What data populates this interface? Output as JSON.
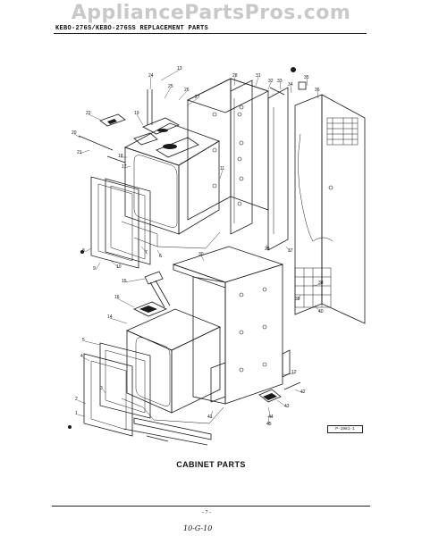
{
  "watermark": "AppliancePartsPros.com",
  "header": "KEBO-276S/KEBO-276SS REPLACEMENT PARTS",
  "ref_code": "P-1981-1",
  "title": "CABINET PARTS",
  "page_number": "- 7 -",
  "handwritten_note": "10-G-10",
  "callouts": [
    {
      "id": "c1",
      "label": "22"
    },
    {
      "id": "c2",
      "label": "13"
    },
    {
      "id": "c3",
      "label": "24"
    },
    {
      "id": "c4",
      "label": "25"
    },
    {
      "id": "c5",
      "label": "26"
    },
    {
      "id": "c6",
      "label": "27"
    },
    {
      "id": "c7",
      "label": "28"
    },
    {
      "id": "c8",
      "label": "31"
    },
    {
      "id": "c9",
      "label": "32"
    },
    {
      "id": "c10",
      "label": "33"
    },
    {
      "id": "c11",
      "label": "34"
    },
    {
      "id": "c12",
      "label": "35"
    },
    {
      "id": "c13",
      "label": "36"
    },
    {
      "id": "c14",
      "label": "20"
    },
    {
      "id": "c15",
      "label": "21"
    },
    {
      "id": "c16",
      "label": "18"
    },
    {
      "id": "c17",
      "label": "19"
    },
    {
      "id": "c18",
      "label": "17"
    },
    {
      "id": "c19",
      "label": "11"
    },
    {
      "id": "c20",
      "label": "8"
    },
    {
      "id": "c21",
      "label": "9"
    },
    {
      "id": "c22",
      "label": "10"
    },
    {
      "id": "c23",
      "label": "7"
    },
    {
      "id": "c24",
      "label": "6"
    },
    {
      "id": "c25",
      "label": "30"
    },
    {
      "id": "c26",
      "label": "29"
    },
    {
      "id": "c27",
      "label": "37"
    },
    {
      "id": "c28",
      "label": "38"
    },
    {
      "id": "c29",
      "label": "39"
    },
    {
      "id": "c30",
      "label": "40"
    },
    {
      "id": "c31",
      "label": "15"
    },
    {
      "id": "c32",
      "label": "16"
    },
    {
      "id": "c33",
      "label": "14"
    },
    {
      "id": "c34",
      "label": "12"
    },
    {
      "id": "c35",
      "label": "5"
    },
    {
      "id": "c36",
      "label": "4"
    },
    {
      "id": "c37",
      "label": "3"
    },
    {
      "id": "c38",
      "label": "2"
    },
    {
      "id": "c39",
      "label": "1"
    },
    {
      "id": "c40",
      "label": "41"
    },
    {
      "id": "c41",
      "label": "42"
    },
    {
      "id": "c42",
      "label": "43"
    },
    {
      "id": "c43",
      "label": "44"
    },
    {
      "id": "c44",
      "label": "45"
    }
  ]
}
